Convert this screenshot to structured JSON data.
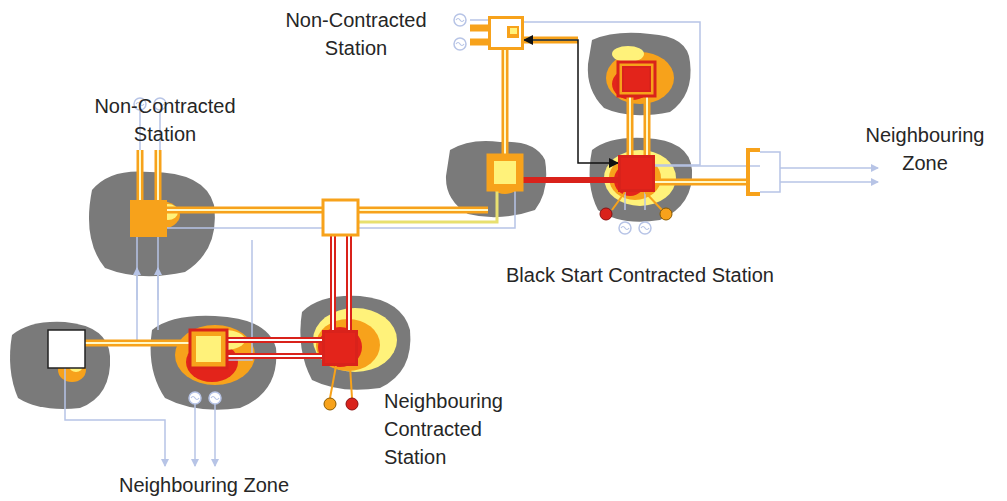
{
  "diagram": {
    "nodes": [
      {
        "text": [
          "Non-Contracted Station"
        ]
      },
      {
        "text": [
          "Non-Contracted Station"
        ]
      },
      {
        "text": [
          "Black Start Contracted Station"
        ]
      },
      {
        "text": [
          "Neighbouring Contracted Station"
        ]
      }
    ],
    "edges": [
      {
        "from": 0,
        "to": 2,
        "arrow": "both"
      }
    ],
    "labels": [
      "Neighbouring Zone",
      "Neighbouring Zone"
    ]
  }
}
